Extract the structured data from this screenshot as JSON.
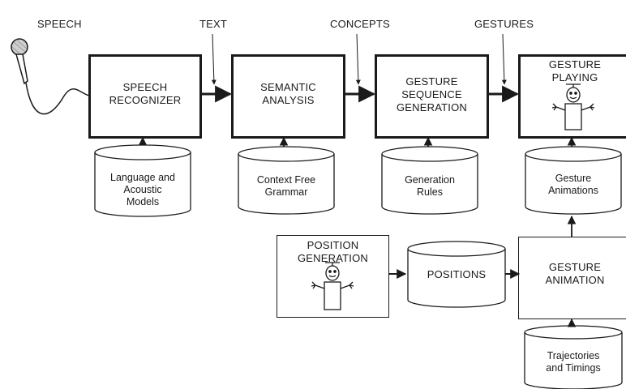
{
  "top_labels": {
    "speech": "SPEECH",
    "text": "TEXT",
    "concepts": "CONCEPTS",
    "gestures": "GESTURES"
  },
  "processes": {
    "speech_recognizer": "SPEECH\nRECOGNIZER",
    "semantic_analysis": "SEMANTIC\nANALYSIS",
    "gesture_sequence_generation": "GESTURE\nSEQUENCE\nGENERATION",
    "gesture_playing": "GESTURE\nPLAYING",
    "position_generation": "POSITION\nGENERATION",
    "gesture_animation": "GESTURE\nANIMATION"
  },
  "databases": {
    "language_acoustic_models": "Language and\nAcoustic\nModels",
    "context_free_grammar": "Context Free\nGrammar",
    "generation_rules": "Generation\nRules",
    "gesture_animations": "Gesture\nAnimations",
    "positions": "POSITIONS",
    "trajectories_timings": "Trajectories\nand Timings"
  },
  "icons": {
    "microphone": "microphone-icon",
    "robot": "robot-figure-icon"
  }
}
